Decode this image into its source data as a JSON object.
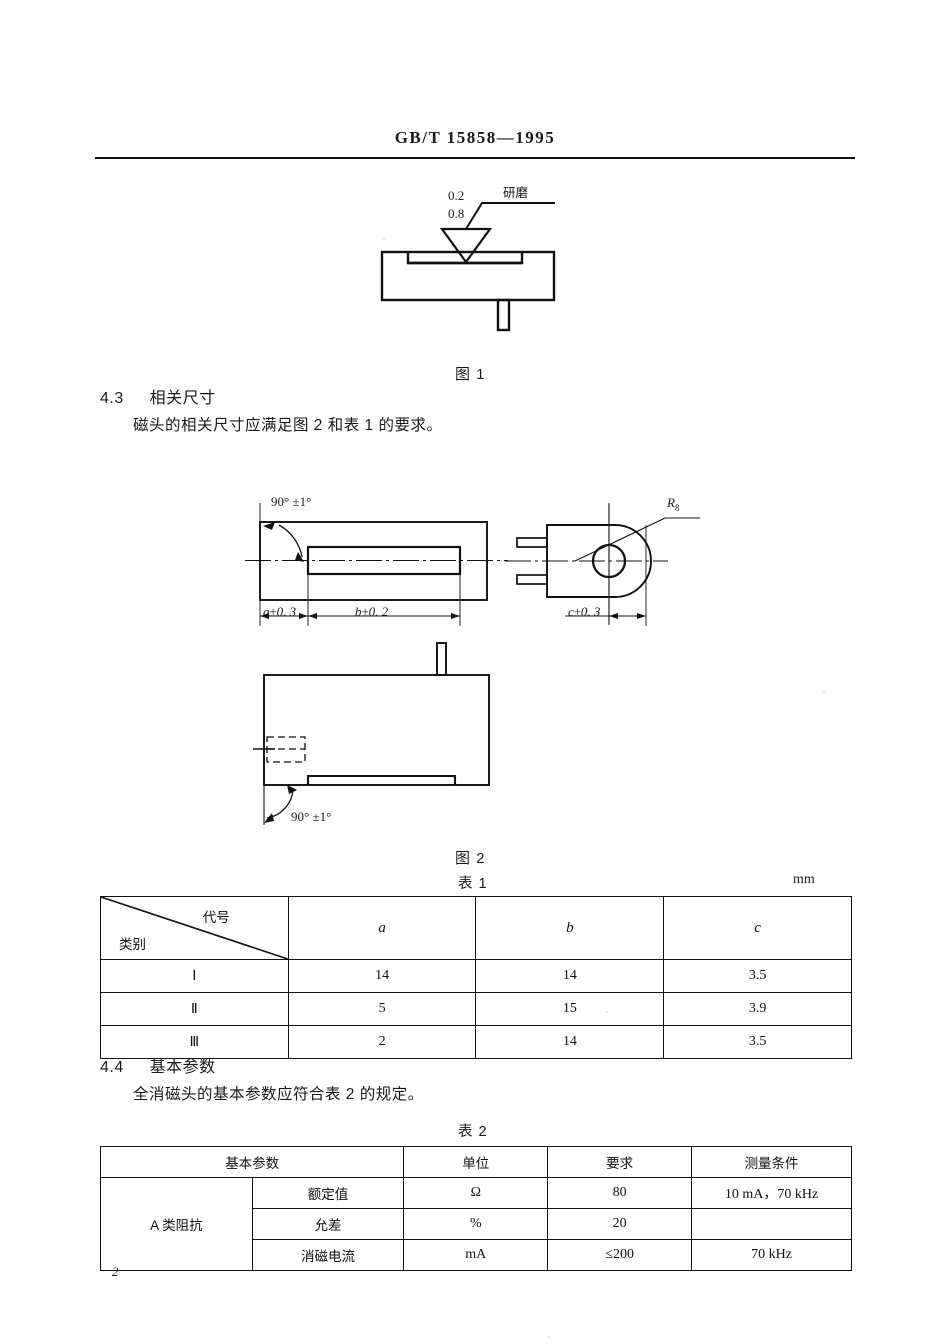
{
  "header": {
    "standard_code": "GB/T 15858—1995"
  },
  "figure1": {
    "caption": "图 1",
    "roughness_upper": "0.2",
    "roughness_lower": "0.8",
    "process_label": "研磨"
  },
  "section_4_3": {
    "number": "4.3",
    "title": "相关尺寸",
    "body": "磁头的相关尺寸应满足图 2 和表 1 的要求。"
  },
  "figure2": {
    "caption": "图 2",
    "angle_top": "90° ±1°",
    "angle_bottom": "90° ±1°",
    "dim_a": "a±0. 3",
    "dim_b": "b±0. 2",
    "dim_c": "c±0. 3",
    "radius_label": "R",
    "radius_sub": "8"
  },
  "table1": {
    "caption": "表 1",
    "unit": "mm",
    "corner_col_header": "代号",
    "corner_row_header": "类别",
    "columns": [
      "a",
      "b",
      "c"
    ],
    "rows": [
      {
        "category": "Ⅰ",
        "a": "14",
        "b": "14",
        "c": "3.5"
      },
      {
        "category": "Ⅱ",
        "a": "5",
        "b": "15",
        "c": "3.9"
      },
      {
        "category": "Ⅲ",
        "a": "2",
        "b": "14",
        "c": "3.5"
      }
    ]
  },
  "section_4_4": {
    "number": "4.4",
    "title": "基本参数",
    "body": "全消磁头的基本参数应符合表 2 的规定。"
  },
  "table2": {
    "caption": "表 2",
    "columns": [
      "基本参数",
      "单位",
      "要求",
      "测量条件"
    ],
    "group_label": "A 类阻抗",
    "rows": [
      {
        "param": "额定值",
        "unit": "Ω",
        "requirement": "80",
        "condition": "10 mA，70 kHz"
      },
      {
        "param": "允差",
        "unit": "%",
        "requirement": "20",
        "condition": ""
      },
      {
        "param": "消磁电流",
        "unit": "mA",
        "requirement": "≤200",
        "condition": "70 kHz"
      }
    ]
  },
  "footer": {
    "page_number": "2"
  }
}
